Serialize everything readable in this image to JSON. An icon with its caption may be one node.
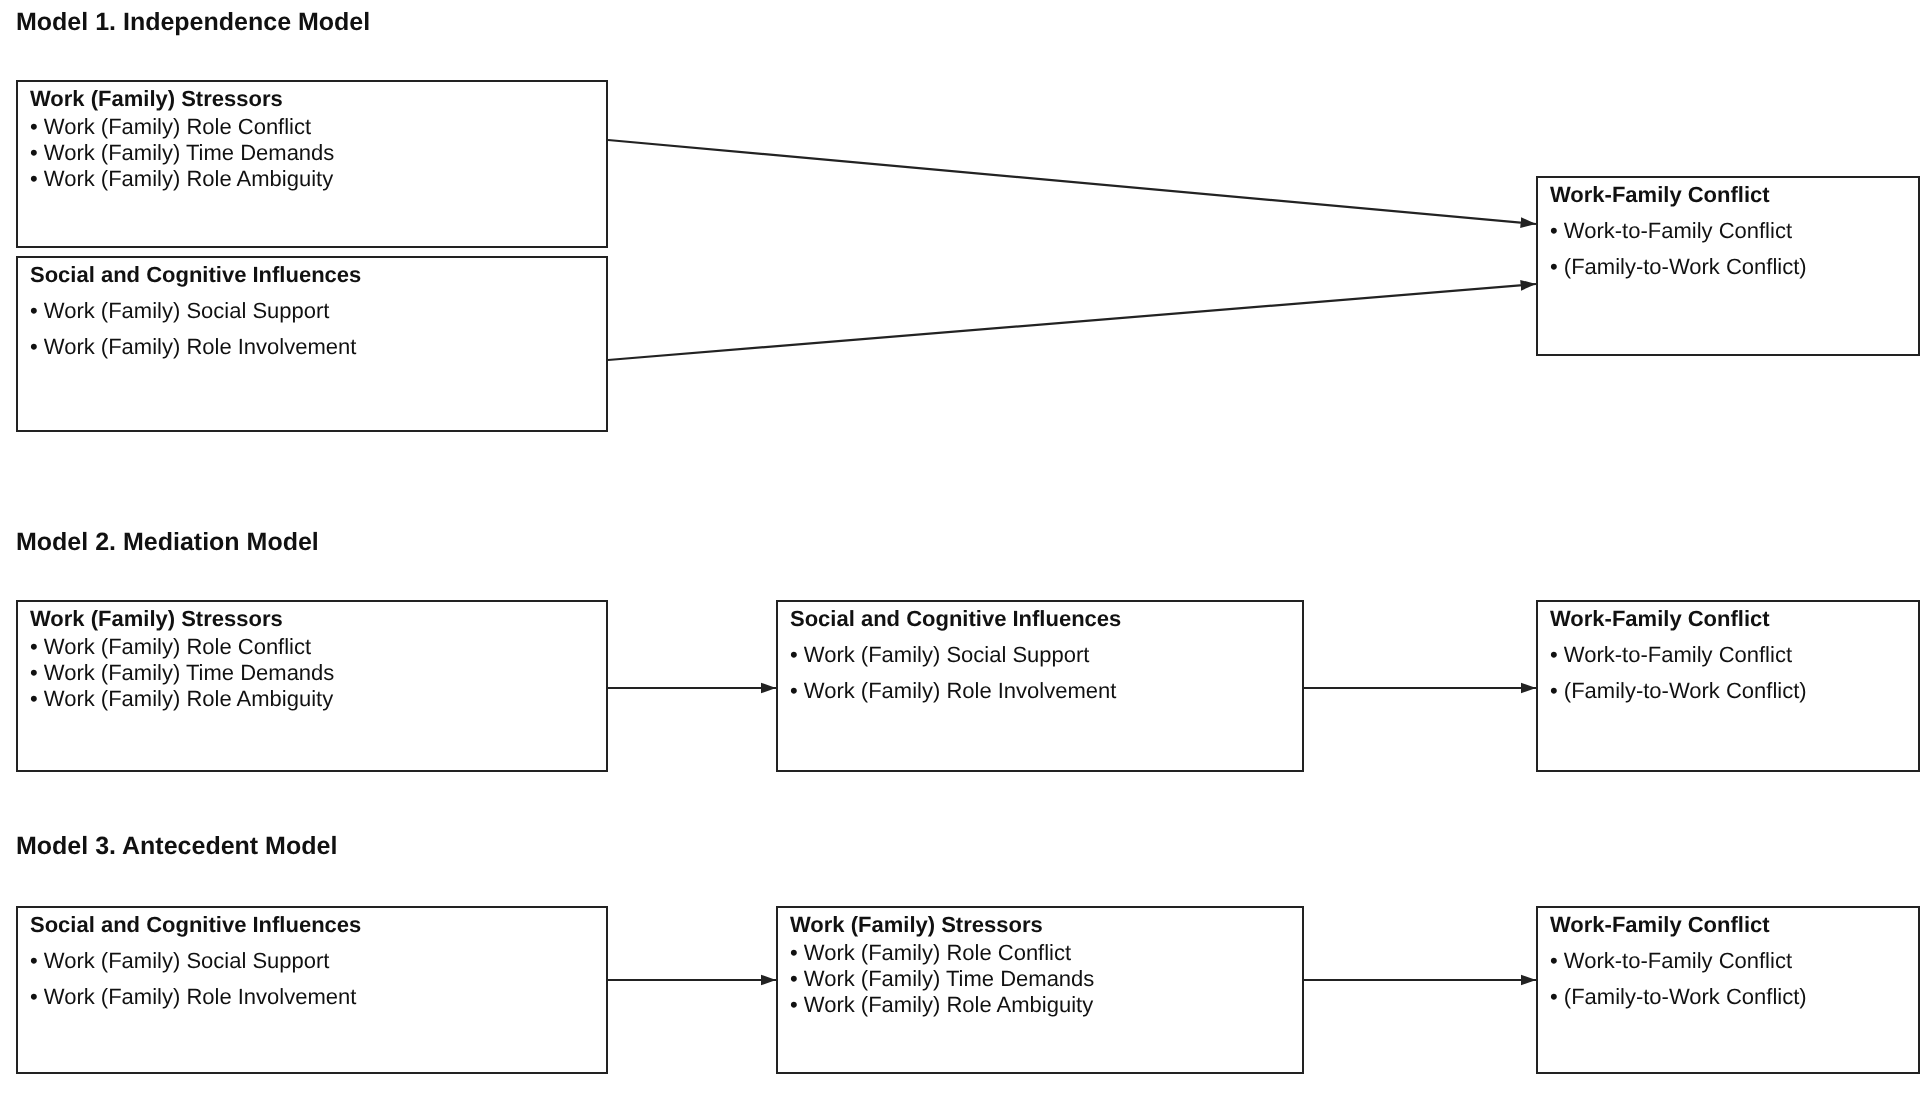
{
  "diagram": {
    "nodes": [
      {
        "text": [
          "Work (Family) Stressors",
          "• Work (Family) Role Conflict",
          "• Work (Family) Time Demands",
          "• Work (Family) Role Ambiguity"
        ]
      },
      {
        "text": [
          "Social and Cognitive Influences",
          "• Work (Family) Social Support",
          "• Work (Family) Role Involvement"
        ]
      },
      {
        "text": [
          "Work-Family Conflict",
          "• Work-to-Family Conflict",
          "• (Family-to-Work Conflict)"
        ]
      },
      {
        "text": [
          "Work (Family) Stressors",
          "• Work (Family) Role Conflict",
          "• Work (Family) Time Demands",
          "• Work (Family) Role Ambiguity"
        ]
      },
      {
        "text": [
          "Social and Cognitive Influences",
          "• Work (Family) Social Support",
          "• Work (Family) Role Involvement"
        ]
      },
      {
        "text": [
          "Work-Family Conflict",
          "• Work-to-Family Conflict",
          "• (Family-to-Work Conflict)"
        ]
      },
      {
        "text": [
          "Social and Cognitive Influences",
          "• Work (Family) Social Support",
          "• Work (Family) Role Involvement"
        ]
      },
      {
        "text": [
          "Work (Family) Stressors",
          "• Work (Family) Role Conflict",
          "• Work (Family) Time Demands",
          "• Work (Family) Role Ambiguity"
        ]
      },
      {
        "text": [
          "Work-Family Conflict",
          "• Work-to-Family Conflict",
          "• (Family-to-Work Conflict)"
        ]
      }
    ],
    "edges": [
      {
        "from": 0,
        "to": 2,
        "arrow": "to"
      },
      {
        "from": 1,
        "to": 2,
        "arrow": "to"
      },
      {
        "from": 3,
        "to": 4,
        "arrow": "to"
      },
      {
        "from": 4,
        "to": 5,
        "arrow": "to"
      },
      {
        "from": 6,
        "to": 7,
        "arrow": "to"
      },
      {
        "from": 7,
        "to": 8,
        "arrow": "to"
      }
    ],
    "labels": [
      "Model 1. Independence Model",
      "Model 2. Mediation Model",
      "Model 3. Antecedent Model"
    ]
  }
}
